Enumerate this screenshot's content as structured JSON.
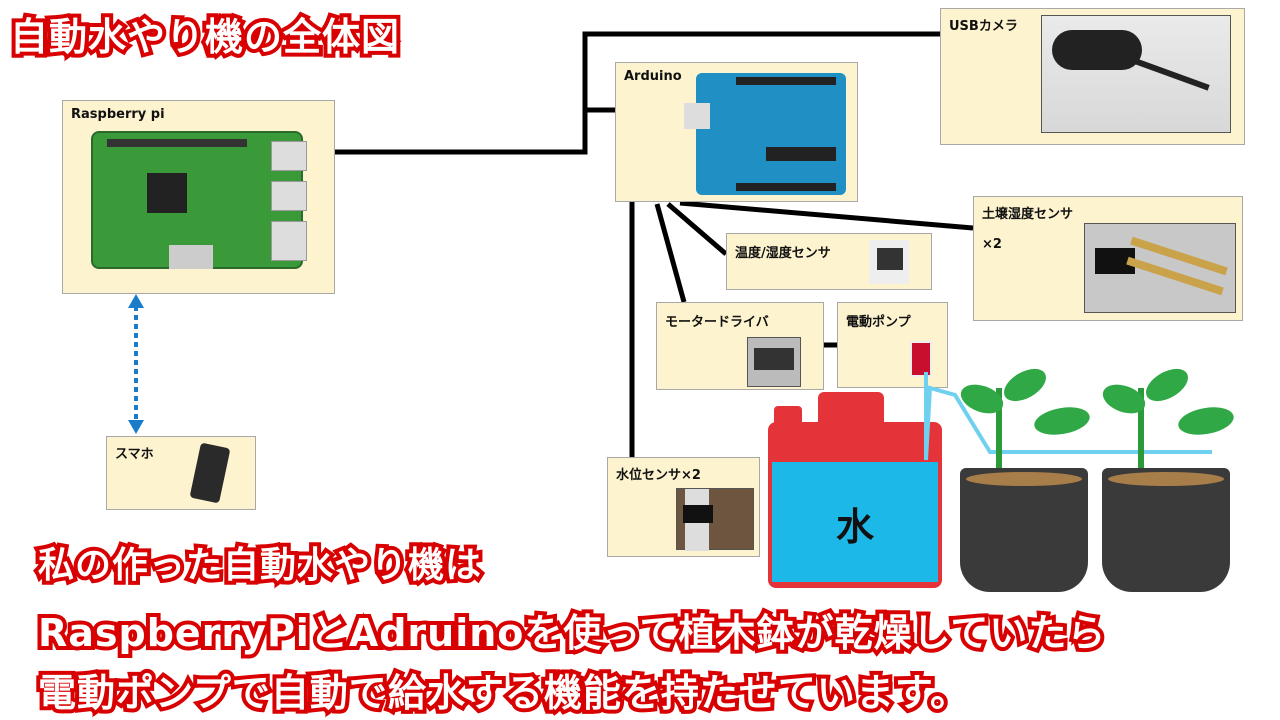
{
  "title": "自動水やり機の全体図",
  "components": {
    "raspberry": "Raspberry pi",
    "arduino": "Arduino",
    "camera": "USBカメラ",
    "soil": "土壌湿度センサ",
    "soil_count": "×2",
    "temp": "温度/湿度センサ",
    "motor": "モータードライバ",
    "pump": "電動ポンプ",
    "water_level": "水位センサ×2",
    "phone": "スマホ"
  },
  "tank_label": "水",
  "caption": {
    "line1": "私の作った自動水やり機は",
    "line2": "RaspberryPiとAdruinoを使って植木鉢が乾燥していたら",
    "line3": "電動ポンプで自動で給水する機能を持たせています。"
  },
  "colors": {
    "caption_outline": "#d80000",
    "box_bg": "#fdf3cf",
    "link_arrow": "#1a7cc8",
    "tank_water": "#1cb8e8"
  }
}
